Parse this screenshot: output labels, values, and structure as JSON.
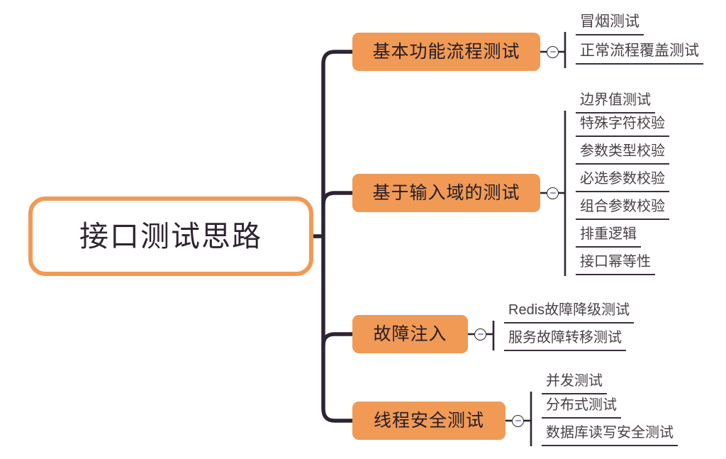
{
  "diagram": {
    "type": "mind-map",
    "title": "接口测试思路",
    "colors": {
      "node_fill": "#F09A55",
      "root_border": "#F09A55",
      "trunk_line": "#2E2335",
      "leaf_text": "#4A3F47",
      "leaf_underline": "#3A2F3C",
      "background": "#FFFFFF",
      "toggle_minus": "#8C9BC4"
    },
    "root": {
      "label": "接口测试思路"
    },
    "branches": [
      {
        "id": "basic-flow",
        "label": "基本功能流程测试",
        "toggle_state": "expanded",
        "toggle_icon": "minus-circle-icon",
        "children": [
          {
            "label": "冒烟测试"
          },
          {
            "label": "正常流程覆盖测试"
          }
        ]
      },
      {
        "id": "input-domain",
        "label": "基于输入域的测试",
        "toggle_state": "expanded",
        "toggle_icon": "minus-circle-icon",
        "children": [
          {
            "label": "边界值测试"
          },
          {
            "label": "特殊字符校验"
          },
          {
            "label": "参数类型校验"
          },
          {
            "label": "必选参数校验"
          },
          {
            "label": "组合参数校验"
          },
          {
            "label": "排重逻辑"
          },
          {
            "label": "接口幂等性"
          }
        ]
      },
      {
        "id": "fault-injection",
        "label": "故障注入",
        "toggle_state": "expanded",
        "toggle_icon": "minus-circle-icon",
        "children": [
          {
            "label": "Redis故障降级测试"
          },
          {
            "label": "服务故障转移测试"
          }
        ]
      },
      {
        "id": "thread-safety",
        "label": "线程安全测试",
        "toggle_state": "expanded",
        "toggle_icon": "minus-circle-icon",
        "children": [
          {
            "label": "并发测试"
          },
          {
            "label": "分布式测试"
          },
          {
            "label": "数据库读写安全测试"
          }
        ]
      }
    ]
  }
}
